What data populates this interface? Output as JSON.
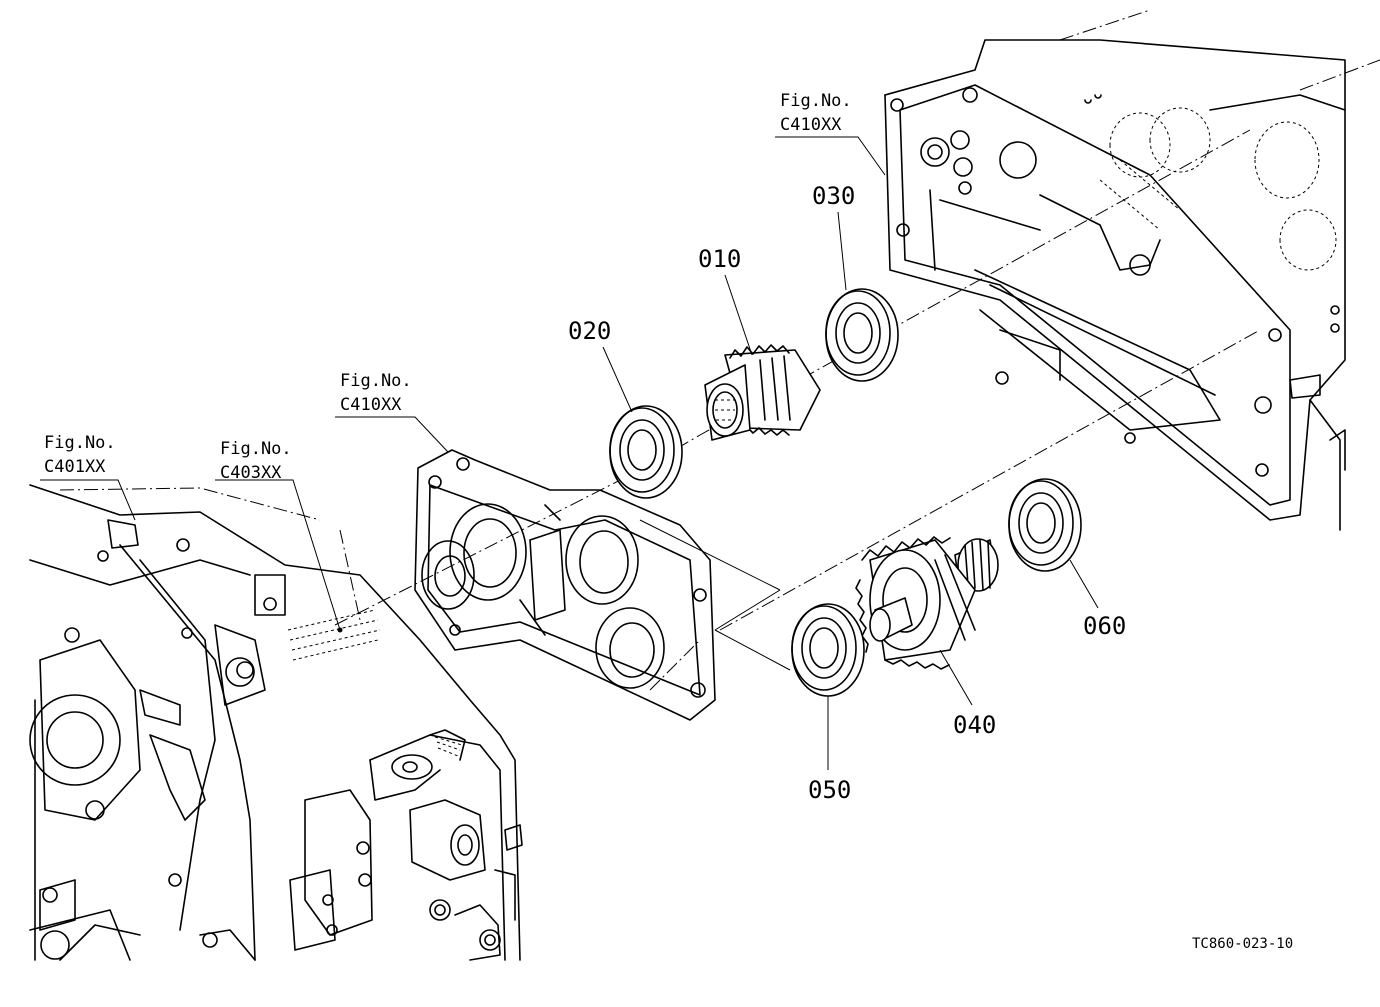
{
  "part_numbers": {
    "p010": "010",
    "p020": "020",
    "p030": "030",
    "p040": "040",
    "p050": "050",
    "p060": "060"
  },
  "figure_refs": {
    "fig_label": "Fig.No.",
    "ref_right_top": "C410XX",
    "ref_middle": "C410XX",
    "ref_left": "C401XX",
    "ref_left2": "C403XX"
  },
  "drawing_code": "TC860-023-10"
}
